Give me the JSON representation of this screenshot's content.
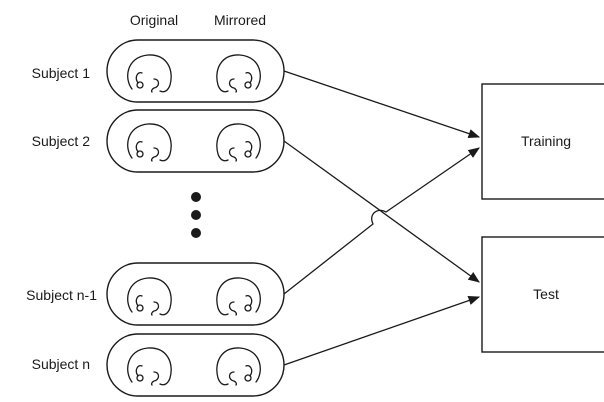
{
  "column_headers": [
    "Original",
    "Mirrored"
  ],
  "subjects": [
    {
      "label": "Subject 1",
      "target": "training"
    },
    {
      "label": "Subject 2",
      "target": "test"
    },
    {
      "label": "Subject n-1",
      "target": "training"
    },
    {
      "label": "Subject n",
      "target": "test"
    }
  ],
  "ellipsis": "⋮",
  "boxes": {
    "training": {
      "label": "Training"
    },
    "test": {
      "label": "Test"
    }
  },
  "colors": {
    "stroke": "#1a1a1a",
    "background": "#ffffff"
  }
}
